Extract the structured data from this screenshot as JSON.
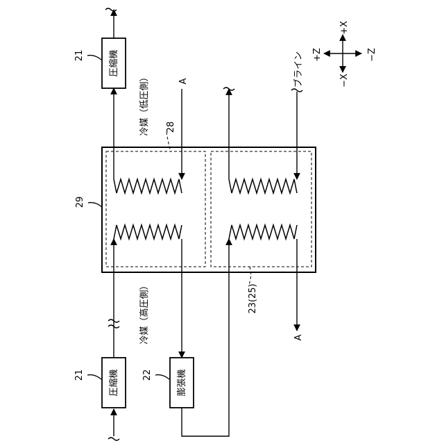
{
  "labels": {
    "compressor": "圧縮機",
    "expansion_valve": "膨張機",
    "refrigerant_low": "冷媒（低圧側）",
    "refrigerant_high": "冷媒（高圧側）",
    "brine": "ブライン",
    "point_a": "A"
  },
  "refs": {
    "compressor_top": "21",
    "compressor_bottom": "21",
    "expansion_valve": "22",
    "heat_exchanger_outer": "29",
    "inner_left": "28",
    "inner_right": "23(25)"
  },
  "axes": {
    "plus_x": "+X",
    "minus_x": "−X",
    "plus_z": "+Z",
    "minus_z": "−Z"
  }
}
